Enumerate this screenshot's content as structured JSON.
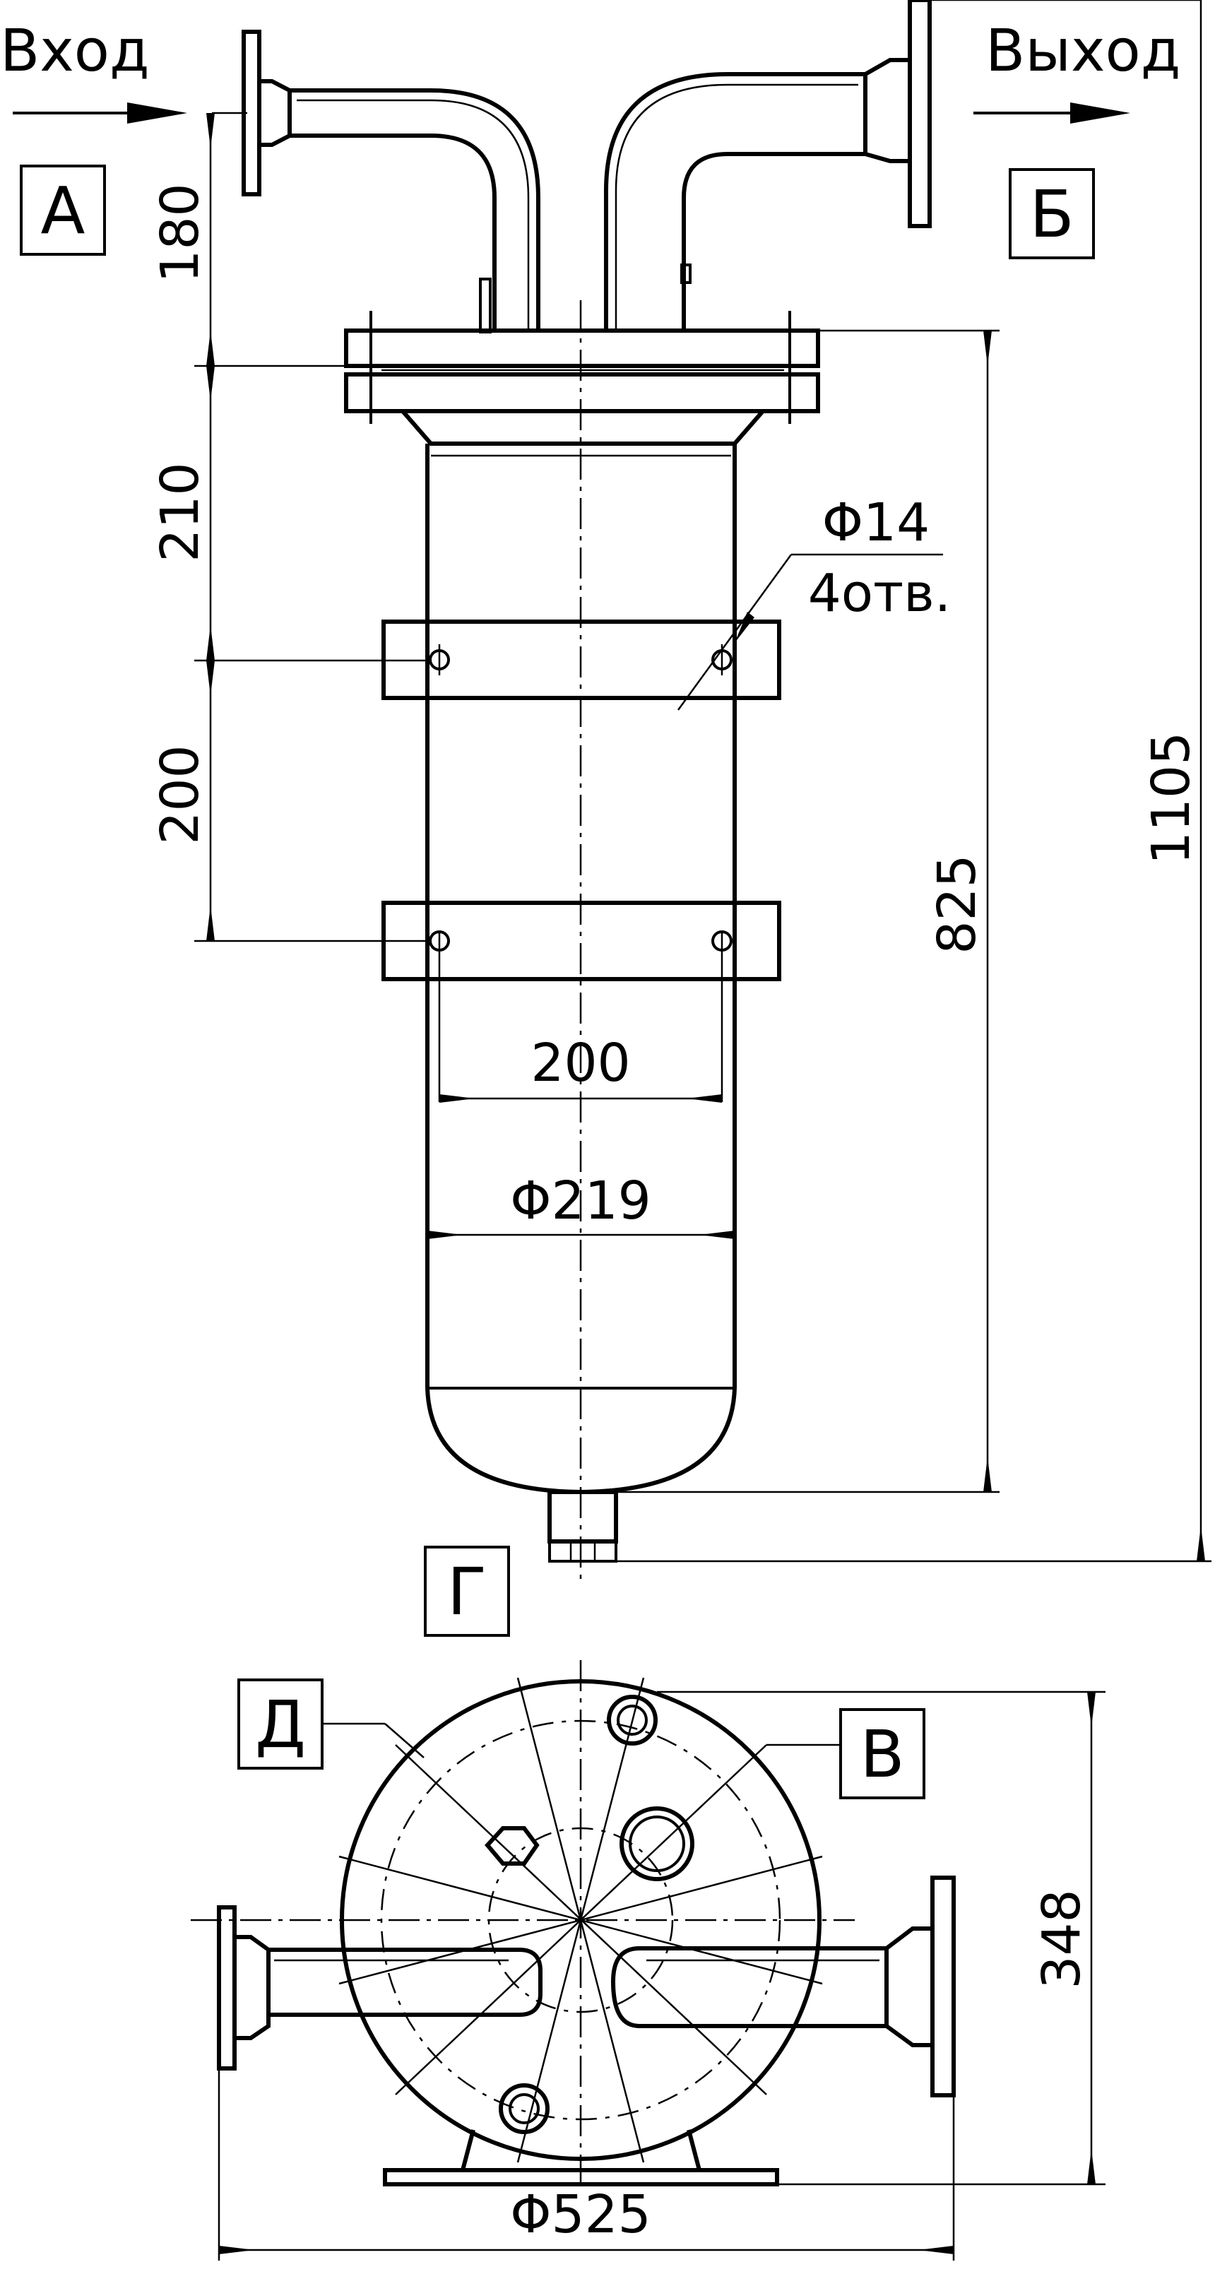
{
  "flow": {
    "inlet_label": "Вход",
    "outlet_label": "Выход"
  },
  "views": {
    "a": "А",
    "b": "Б",
    "v": "В",
    "g": "Г",
    "d": "Д"
  },
  "dimensions": {
    "d180": "180",
    "d210": "210",
    "d200_vertical": "200",
    "d825": "825",
    "d1105": "1105",
    "holes_diameter": "Φ14",
    "holes_count": "4отв.",
    "d200_horizontal": "200",
    "shell_diameter": "Φ219",
    "d348": "348",
    "base_diameter": "Φ525"
  }
}
